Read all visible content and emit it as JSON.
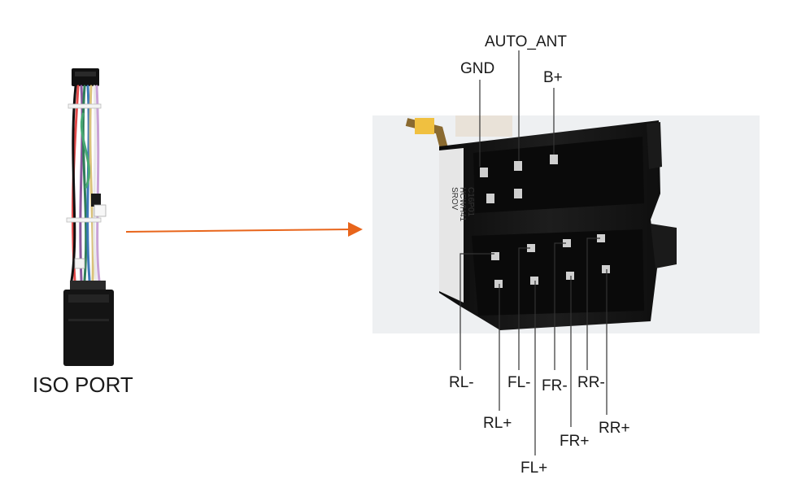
{
  "caption": "ISO PORT",
  "colors": {
    "arrow": "#e8651b",
    "leader": "#333333",
    "connector": "#161616",
    "photo_bg": "#eef0f2"
  },
  "connector_markings": [
    "SROV",
    "HCWH41",
    "C16P01"
  ],
  "pins": [
    {
      "key": "gnd",
      "label": "GND"
    },
    {
      "key": "auto_ant",
      "label": "AUTO_ANT"
    },
    {
      "key": "b_plus",
      "label": "B+"
    },
    {
      "key": "rl_minus",
      "label": "RL-"
    },
    {
      "key": "rl_plus",
      "label": "RL+"
    },
    {
      "key": "fl_minus",
      "label": "FL-"
    },
    {
      "key": "fl_plus",
      "label": "FL+"
    },
    {
      "key": "fr_minus",
      "label": "FR-"
    },
    {
      "key": "fr_plus",
      "label": "FR+"
    },
    {
      "key": "rr_minus",
      "label": "RR-"
    },
    {
      "key": "rr_plus",
      "label": "RR+"
    }
  ]
}
